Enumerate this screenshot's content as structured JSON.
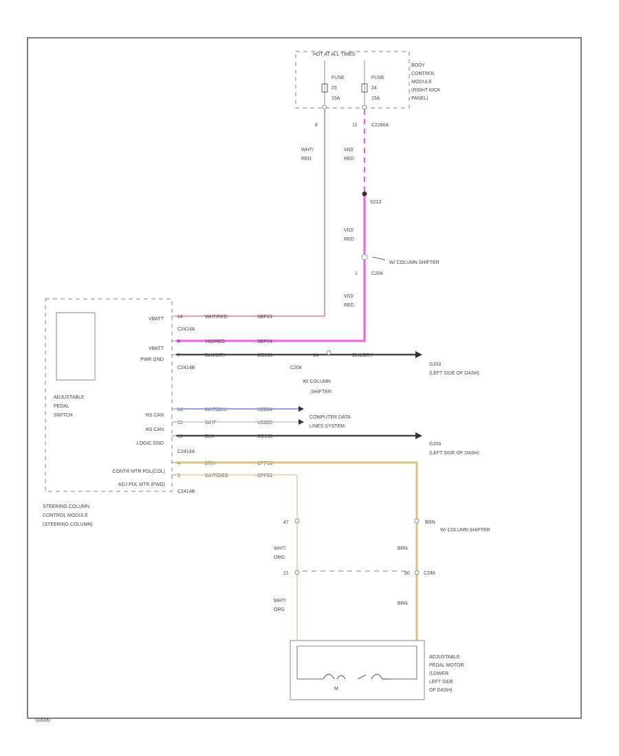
{
  "colors": {
    "wht_red": "#f39aa8",
    "vio_red": "#ff55ee",
    "black": "#444444",
    "wht_blu": "#9a9af0",
    "wht": "#c8c8c8",
    "brn": "#d9c27a",
    "wht_org": "#f2c9a0"
  },
  "fuse_box": {
    "title": "HOT AT ALL TIMES",
    "fuse_left": "FUSE",
    "fuse_left_num": "23",
    "fuse_left_amp": "15A",
    "fuse_right": "FUSE",
    "fuse_right_num": "24",
    "fuse_right_amp": "15A",
    "module_name": [
      "BODY",
      "CONTROL",
      "MODULE",
      "(RIGHT KICK",
      "PANEL)"
    ],
    "pin_left": "8",
    "pin_right": "11",
    "connector": "C2280A"
  },
  "wires_top": {
    "left_wire": [
      "WHT/",
      "RED"
    ],
    "right_wire_1": [
      "VIO/",
      "RED"
    ],
    "splice": "S212",
    "right_wire_2": [
      "VIO/",
      "RED"
    ],
    "inline_connector": "C204",
    "inline_pin": "1",
    "inline_note": "W/ COLUMN SHIFTER",
    "right_wire_3": [
      "VIO/",
      "RED"
    ]
  },
  "sccm": {
    "switch_label": [
      "ADJUSTABLE",
      "PEDAL",
      "SWITCH"
    ],
    "module_label": [
      "STEERING COLUMN",
      "CONTROL MODULE",
      "(STEERING COLUMN)"
    ],
    "rows": [
      {
        "name": "VBATT",
        "pin": "14",
        "wire": "WHT/RED",
        "circuit": "SBP23"
      },
      {
        "name": "VBATT",
        "pin": "8",
        "wire": "VIO/RED",
        "circuit": "SBP24"
      },
      {
        "name": "PWR GND",
        "pin": "7",
        "wire": "BLK/GRY",
        "circuit": "GD138"
      },
      {
        "name": "HS CAN",
        "pin": "14",
        "wire": "WHT/BLU",
        "circuit": "VDB04"
      },
      {
        "name": "HS CAN",
        "pin": "15",
        "wire": "WHT",
        "circuit": "VDB05"
      },
      {
        "name": "LOGIC GND",
        "pin": "16",
        "wire": "BLK",
        "circuit": "GD138"
      },
      {
        "name": "CONTR MTR PDL(COL)",
        "pin": "4",
        "wire": "BRN",
        "circuit": "CPP03"
      },
      {
        "name": "ADJ PDL MTR (FWD)",
        "pin": "9",
        "wire": "WHT/ORG",
        "circuit": "CPP01"
      }
    ],
    "connector_a": "C2414A",
    "connector_b": "C2414B",
    "connector_a2": "C2414A",
    "connector_b2": "C2414B"
  },
  "ground_run": {
    "pin": "14",
    "connector": "C204",
    "wire": "BLK/GRY",
    "note": [
      "W/ COLUMN",
      "SHIFTER"
    ]
  },
  "grounds": {
    "top": [
      "G203",
      "(LEFT SIDE OF DASH)"
    ],
    "bottom": [
      "G203",
      "(LEFT SIDE OF DASH)"
    ]
  },
  "can_dest": [
    "COMPUTER DATA",
    "LINES SYSTEM"
  ],
  "motor_wires": {
    "left_pin_top": "47",
    "left_wire_1": [
      "WHT/",
      "ORG"
    ],
    "left_pin_mid": "21",
    "left_wire_2": [
      "WHT/",
      "ORG"
    ],
    "right_wire_top": "BRN",
    "right_note": "W/ COLUMN SHIFTER",
    "right_wire_1": "BRN",
    "right_pin_mid": "50",
    "right_connector": "C246",
    "right_wire_2": "BRN"
  },
  "motor": {
    "label": [
      "ADJUSTABLE",
      "PEDAL MOTOR",
      "(LOWER",
      "LEFT SIDE",
      "OF DASH)"
    ],
    "symbol": "M"
  },
  "footer_code": "G0000"
}
